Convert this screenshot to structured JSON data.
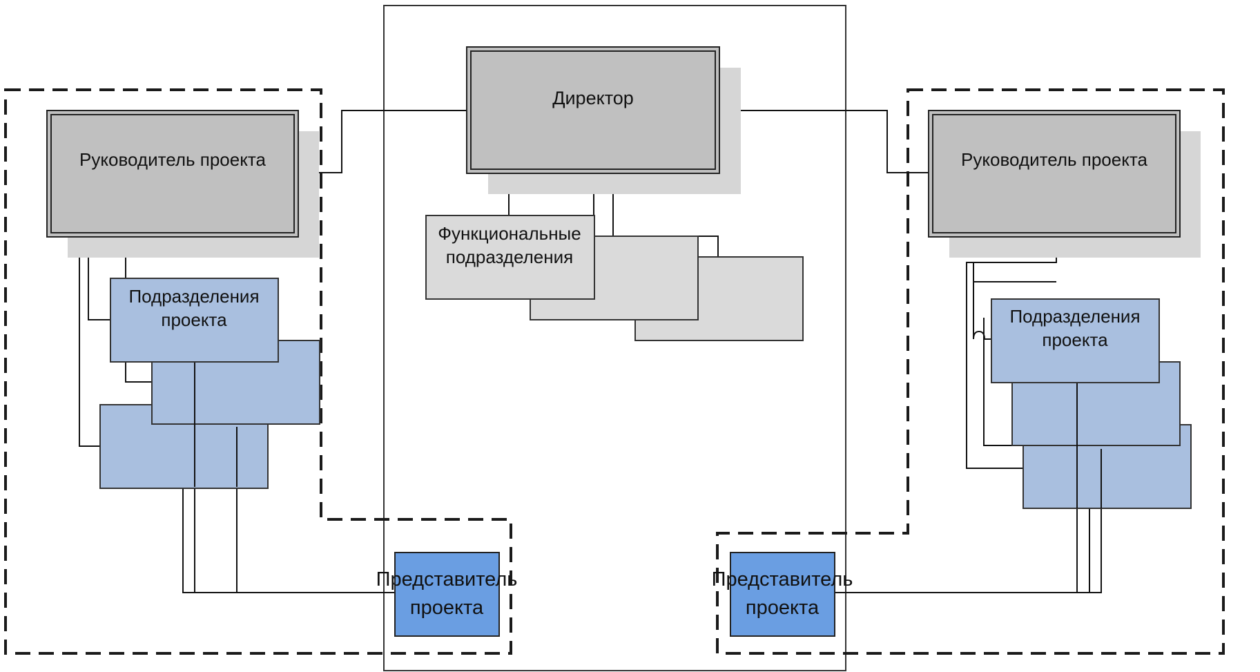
{
  "diagram": {
    "director": {
      "label": "Директор"
    },
    "functional_units": {
      "line1": "Функциональные",
      "line2": "подразделения"
    },
    "left_project": {
      "manager": {
        "label": "Руководитель проекта"
      },
      "units": {
        "line1": "Подразделения",
        "line2": "проекта"
      },
      "representative": {
        "line1": "Представитель",
        "line2": "проекта"
      }
    },
    "right_project": {
      "manager": {
        "label": "Руководитель проекта"
      },
      "units": {
        "line1": "Подразделения",
        "line2": "проекта"
      },
      "representative": {
        "line1": "Представитель",
        "line2": "проекта"
      }
    }
  },
  "colors": {
    "manager_fill": "#c0c0c0",
    "shadow_fill": "#d6d6d6",
    "functional_fill": "#dadada",
    "units_fill": "#a9bfdf",
    "representative_fill": "#6a9ee2"
  }
}
